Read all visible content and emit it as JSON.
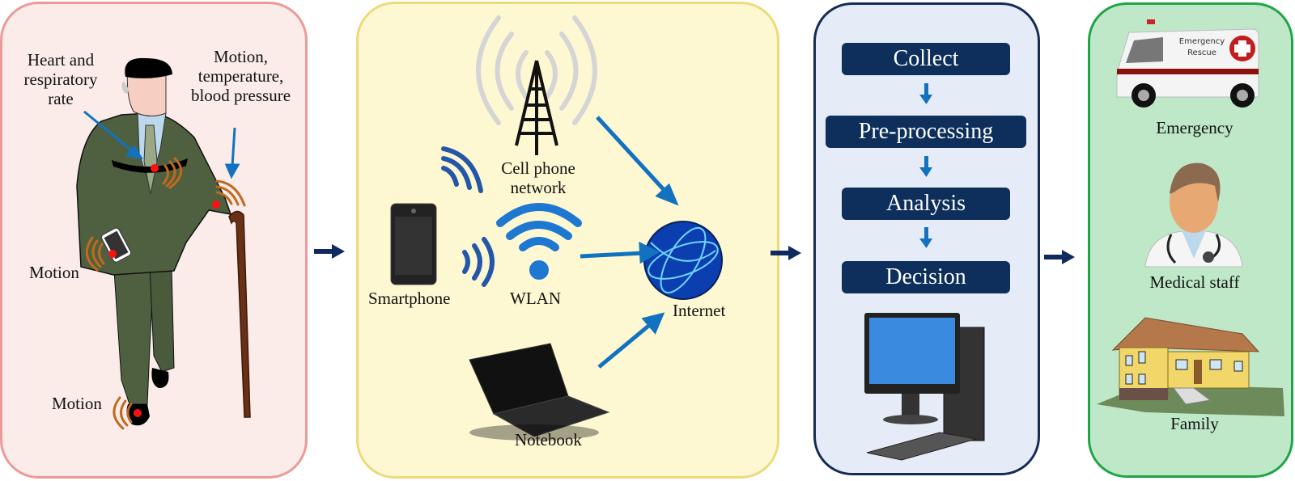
{
  "diagram": {
    "title": "Wearable health monitoring system",
    "panels": {
      "sensing": {
        "labels": {
          "heart": [
            "Heart and",
            "respiratory",
            "rate"
          ],
          "motion_temp": [
            "Motion,",
            "temperature,",
            "blood pressure"
          ],
          "motion_hand": "Motion",
          "motion_ankle": "Motion"
        }
      },
      "communication": {
        "labels": {
          "cell": [
            "Cell phone",
            "network"
          ],
          "smartphone": "Smartphone",
          "wlan": "WLAN",
          "internet": "Internet",
          "notebook": "Notebook"
        }
      },
      "processing": {
        "steps": [
          "Collect",
          "Pre-processing",
          "Analysis",
          "Decision"
        ]
      },
      "response": {
        "ambulance_text": [
          "Emergency",
          "Rescue"
        ],
        "labels": [
          "Emergency",
          "Medical staff",
          "Family"
        ]
      }
    },
    "colors": {
      "sensing_bg": "#fbecea",
      "sensing_border": "#ec9a98",
      "comm_bg": "#fdf8d2",
      "comm_border": "#f0d97a",
      "process_bg": "#e6ecf7",
      "process_border": "#152c55",
      "step_fill": "#0e2f5c",
      "response_bg": "#bfe8c9",
      "response_border": "#1fa545",
      "arrow_blue": "#1272c0",
      "flow_arrow": "#0e2a5e",
      "signal_orange": "#c06a1e",
      "sensor_red": "#ff1010"
    }
  }
}
